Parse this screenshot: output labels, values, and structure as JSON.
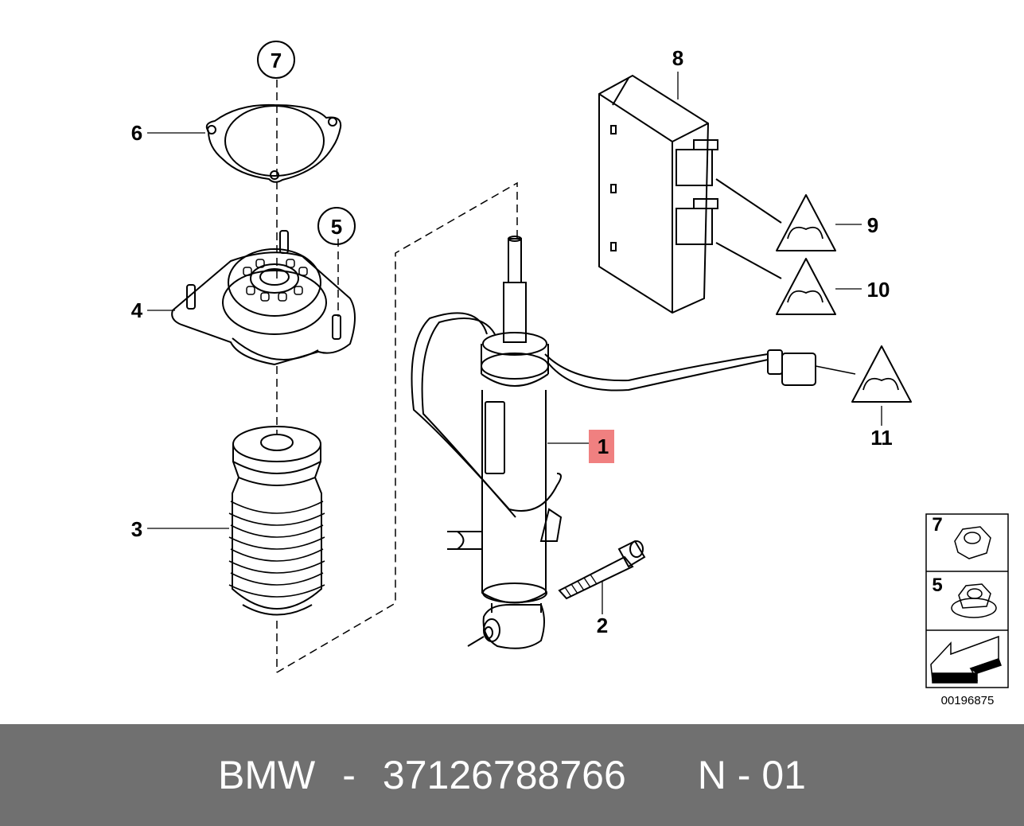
{
  "diagram": {
    "image_number": "00196875",
    "callouts": {
      "c1": "1",
      "c2": "2",
      "c3": "3",
      "c4": "4",
      "c5": "5",
      "c6": "6",
      "c7": "7",
      "c8": "8",
      "c9": "9",
      "c10": "10",
      "c11": "11"
    },
    "legend": {
      "item_a": "7",
      "item_b": "5"
    },
    "highlight_color": "#f08080",
    "line_color": "#000000"
  },
  "footer": {
    "brand": "BMW",
    "separator": "-",
    "part_number": "37126788766",
    "code": "N - 01",
    "background": "#707070"
  }
}
